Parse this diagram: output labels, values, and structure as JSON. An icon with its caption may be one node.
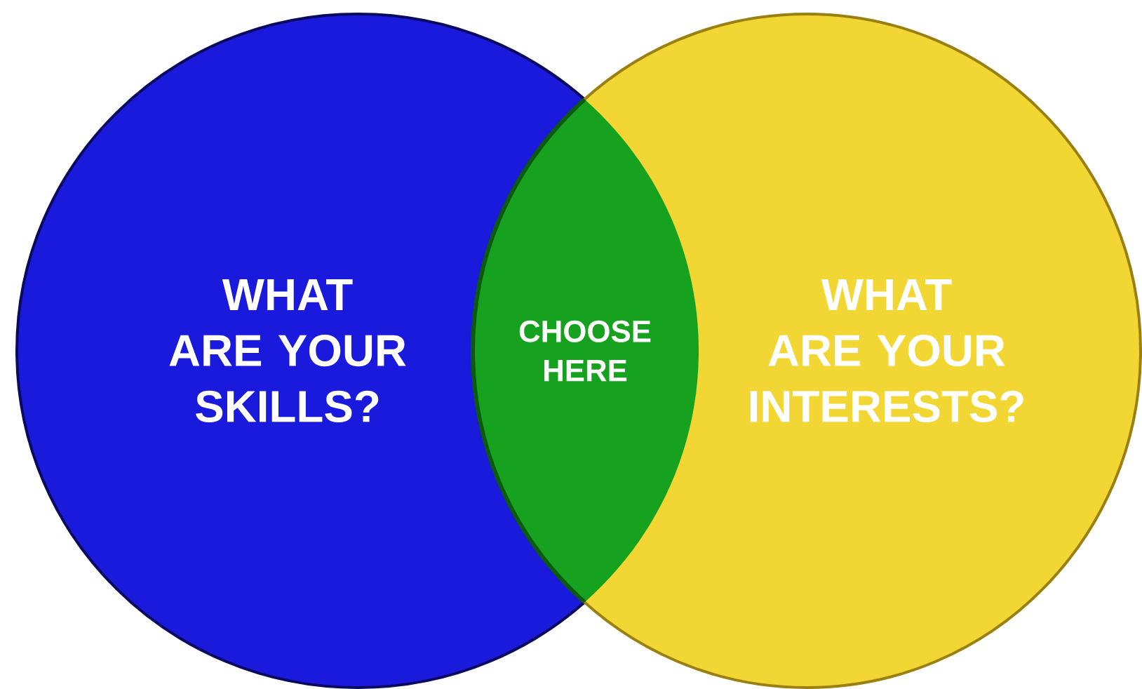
{
  "diagram": {
    "nodes": [
      {
        "text": [
          "WHAT ARE YOUR SKILLS?"
        ]
      },
      {
        "text": [
          "WHAT ARE YOUR INTERESTS?"
        ]
      },
      {
        "text": [
          "CHOOSE HERE"
        ]
      }
    ]
  }
}
